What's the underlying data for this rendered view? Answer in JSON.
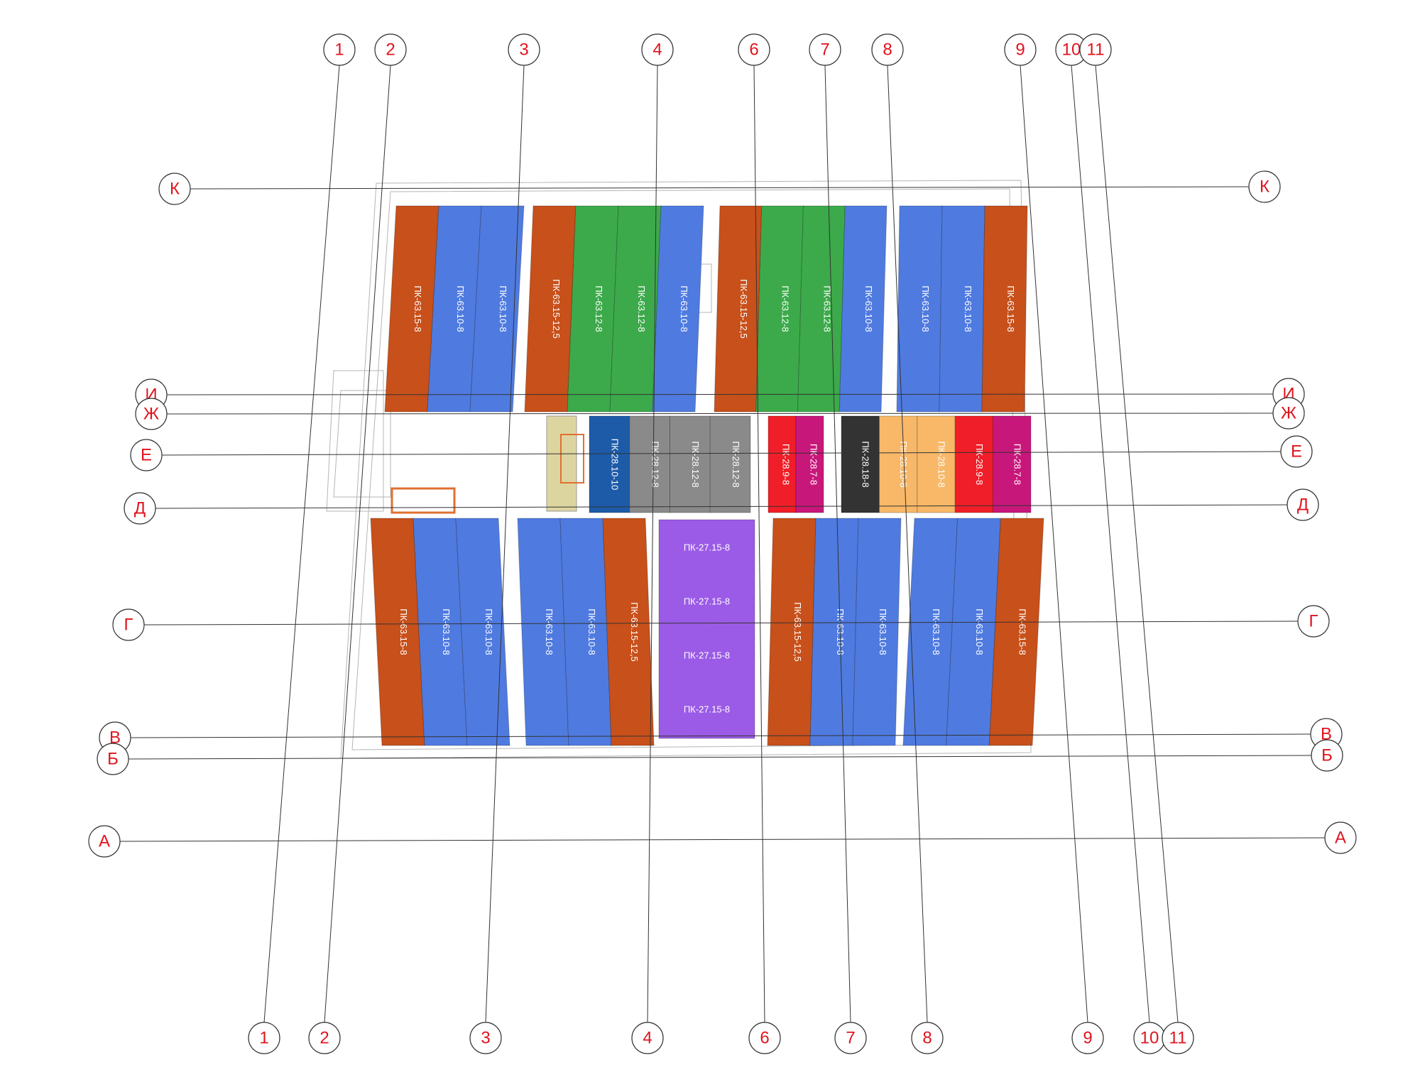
{
  "colors": {
    "orange": "#c8501a",
    "blue": "#4f7be0",
    "green": "#3caa4a",
    "gray": "#8a8a8a",
    "red": "#f01e28",
    "magenta": "#c8177a",
    "dark": "#333333",
    "peach": "#f8b868",
    "navy": "#1d5ba8",
    "purple": "#9b5be6",
    "khaki": "#ddd5a0",
    "axis_label": "#e0141e"
  },
  "axes": {
    "vertical": [
      "1",
      "2",
      "3",
      "4",
      "6",
      "7",
      "8",
      "9",
      "10",
      "11"
    ],
    "horizontal": [
      "К",
      "И",
      "Ж",
      "Е",
      "Д",
      "Г",
      "В",
      "Б",
      "А"
    ]
  },
  "slabs": {
    "top_left": [
      {
        "label": "ПК-63.15-8",
        "color": "orange"
      },
      {
        "label": "ПК-63.10-8",
        "color": "blue"
      },
      {
        "label": "ПК-63.10-8",
        "color": "blue"
      }
    ],
    "top_center_left": [
      {
        "label": "ПК-63.15-12,5",
        "color": "orange"
      },
      {
        "label": "ПК-63.12-8",
        "color": "green"
      },
      {
        "label": "ПК-63.12-8",
        "color": "green"
      },
      {
        "label": "ПК-63.10-8",
        "color": "blue"
      }
    ],
    "top_center_right": [
      {
        "label": "ПК-63.15-12,5",
        "color": "orange"
      },
      {
        "label": "ПК-63.12-8",
        "color": "green"
      },
      {
        "label": "ПК-63.12-8",
        "color": "green"
      },
      {
        "label": "ПК-63.10-8",
        "color": "blue"
      }
    ],
    "top_right": [
      {
        "label": "ПК-63.10-8",
        "color": "blue"
      },
      {
        "label": "ПК-63.10-8",
        "color": "blue"
      },
      {
        "label": "ПК-63.15-8",
        "color": "orange"
      }
    ],
    "mid_a": [
      {
        "label": "ПК-28.10-10",
        "color": "navy"
      },
      {
        "label": "ПК-28.12-8",
        "color": "gray"
      },
      {
        "label": "ПК-28.12-8",
        "color": "gray"
      },
      {
        "label": "ПК-28.12-8",
        "color": "gray"
      }
    ],
    "mid_b": [
      {
        "label": "ПК-28.9-8",
        "color": "red"
      },
      {
        "label": "ПК-28.7-8",
        "color": "magenta"
      }
    ],
    "mid_c": [
      {
        "label": "ПК-28.18-8",
        "color": "dark"
      },
      {
        "label": "ПК-28.10-8",
        "color": "peach"
      },
      {
        "label": "ПК-28.10-8",
        "color": "peach"
      },
      {
        "label": "ПК-28.9-8",
        "color": "red"
      },
      {
        "label": "ПК-28.7-8",
        "color": "magenta"
      }
    ],
    "bottom_left": [
      {
        "label": "ПК-63.15-8",
        "color": "orange"
      },
      {
        "label": "ПК-63.10-8",
        "color": "blue"
      },
      {
        "label": "ПК-63.10-8",
        "color": "blue"
      }
    ],
    "bottom_center_left": [
      {
        "label": "ПК-63.10-8",
        "color": "blue"
      },
      {
        "label": "ПК-63.10-8",
        "color": "blue"
      },
      {
        "label": "ПК-63.15-12,5",
        "color": "orange"
      }
    ],
    "purple": [
      "ПК-27.15-8",
      "ПК-27.15-8",
      "ПК-27.15-8",
      "ПК-27.15-8"
    ],
    "bottom_center_right": [
      {
        "label": "ПК-63.15-12,5",
        "color": "orange"
      },
      {
        "label": "ПК-63.10-8",
        "color": "blue"
      },
      {
        "label": "ПК-63.10-8",
        "color": "blue"
      }
    ],
    "bottom_right": [
      {
        "label": "ПК-63.10-8",
        "color": "blue"
      },
      {
        "label": "ПК-63.10-8",
        "color": "blue"
      },
      {
        "label": "ПК-63.15-8",
        "color": "orange"
      }
    ]
  }
}
